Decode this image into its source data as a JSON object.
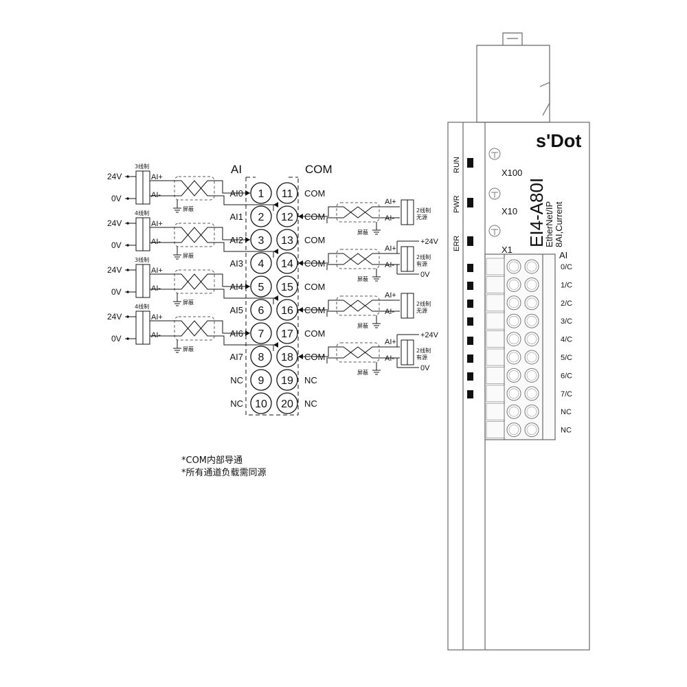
{
  "header": {
    "ai": "AI",
    "com": "COM"
  },
  "terminals_left": [
    {
      "num": "1",
      "label": "AI0"
    },
    {
      "num": "2",
      "label": "AI1"
    },
    {
      "num": "3",
      "label": "AI2"
    },
    {
      "num": "4",
      "label": "AI3"
    },
    {
      "num": "5",
      "label": "AI4"
    },
    {
      "num": "6",
      "label": "AI5"
    },
    {
      "num": "7",
      "label": "AI6"
    },
    {
      "num": "8",
      "label": "AI7"
    },
    {
      "num": "9",
      "label": "NC"
    },
    {
      "num": "10",
      "label": "NC"
    }
  ],
  "terminals_right": [
    {
      "num": "11",
      "label": "COM"
    },
    {
      "num": "12",
      "label": "COM"
    },
    {
      "num": "13",
      "label": "COM"
    },
    {
      "num": "14",
      "label": "COM"
    },
    {
      "num": "15",
      "label": "COM"
    },
    {
      "num": "16",
      "label": "COM"
    },
    {
      "num": "17",
      "label": "COM"
    },
    {
      "num": "18",
      "label": "COM"
    },
    {
      "num": "19",
      "label": "NC"
    },
    {
      "num": "20",
      "label": "NC"
    }
  ],
  "left_sensors": [
    {
      "type": "3线制",
      "top": "24V",
      "bottom": "0V",
      "plus": "AI+",
      "minus": "AI-",
      "shield": "屏蔽"
    },
    {
      "type": "4线制",
      "top": "24V",
      "bottom": "0V",
      "plus": "AI+",
      "minus": "AI-",
      "shield": "屏蔽"
    },
    {
      "type": "3线制",
      "top": "24V",
      "bottom": "0V",
      "plus": "AI+",
      "minus": "AI-",
      "shield": "屏蔽"
    },
    {
      "type": "4线制",
      "top": "24V",
      "bottom": "0V",
      "plus": "AI+",
      "minus": "AI-",
      "shield": "屏蔽"
    }
  ],
  "right_sensors": [
    {
      "type1": "2线制",
      "type2": "无源",
      "plus": "AI+",
      "minus": "AI-",
      "shield": "屏蔽",
      "supply_top": "",
      "supply_bottom": ""
    },
    {
      "type1": "2线制",
      "type2": "有源",
      "plus": "AI+",
      "minus": "AI-",
      "shield": "屏蔽",
      "supply_top": "+24V",
      "supply_bottom": "0V"
    },
    {
      "type1": "2线制",
      "type2": "无源",
      "plus": "AI+",
      "minus": "AI-",
      "shield": "屏蔽",
      "supply_top": "",
      "supply_bottom": ""
    },
    {
      "type1": "2线制",
      "type2": "有源",
      "plus": "AI+",
      "minus": "AI-",
      "shield": "屏蔽",
      "supply_top": "+24V",
      "supply_bottom": "0V"
    }
  ],
  "notes": [
    "*COM内部导通",
    "*所有通道负载需同源"
  ],
  "device": {
    "brand": "s'Dot",
    "model": "EI4-A80I",
    "protocol": "EtherNet/IP",
    "spec": "8AI,Current",
    "leds": [
      "RUN",
      "PWR",
      "ERR"
    ],
    "rotary": [
      "X100",
      "X10",
      "X1"
    ],
    "connector_title": "AI",
    "channels": [
      "0/C",
      "1/C",
      "2/C",
      "3/C",
      "4/C",
      "5/C",
      "6/C",
      "7/C",
      "NC",
      "NC"
    ]
  },
  "colors": {
    "ink": "#111111",
    "device_outline": "#666666"
  }
}
